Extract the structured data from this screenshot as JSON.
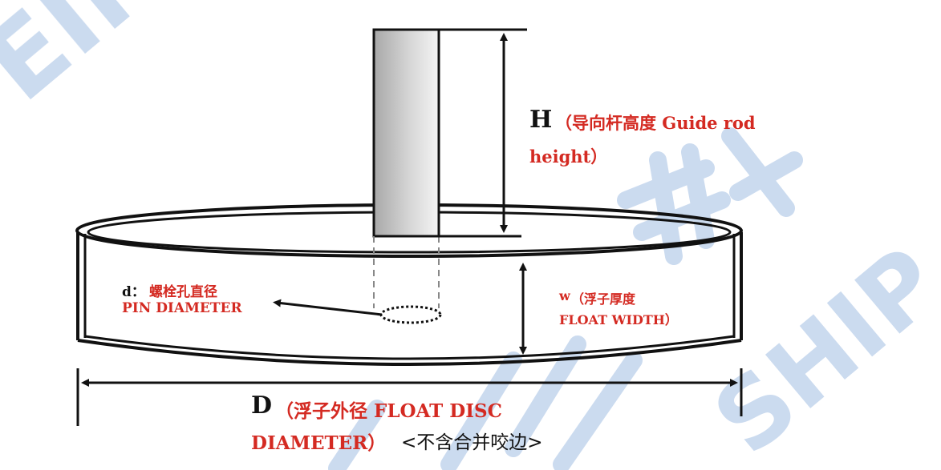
{
  "labels": {
    "h_letter": "H",
    "h_text_line1": "（导向杆高度 Guide rod",
    "h_text_line2": "height）",
    "d_small_prefix": "d：",
    "d_small_cn": "螺栓孔直径",
    "d_small_en": "PIN DIAMETER",
    "w_letter": "w",
    "w_text_cn": "（浮子厚度",
    "w_text_en": "FLOAT WIDTH）",
    "d_big_letter": "D",
    "d_big_line1": "（浮子外径  FLOAT DISC",
    "d_big_line2_red": "DIAMETER）",
    "d_big_line2_black": "<不含合并咬边>"
  },
  "watermark": {
    "text_right": "SHIP",
    "text_left": "EIH",
    "color": "#c6d7ee"
  },
  "colors": {
    "label_red": "#d42a22",
    "line": "#111111",
    "rod_dark": "#a9a9a9",
    "rod_light": "#f2f2f2"
  }
}
